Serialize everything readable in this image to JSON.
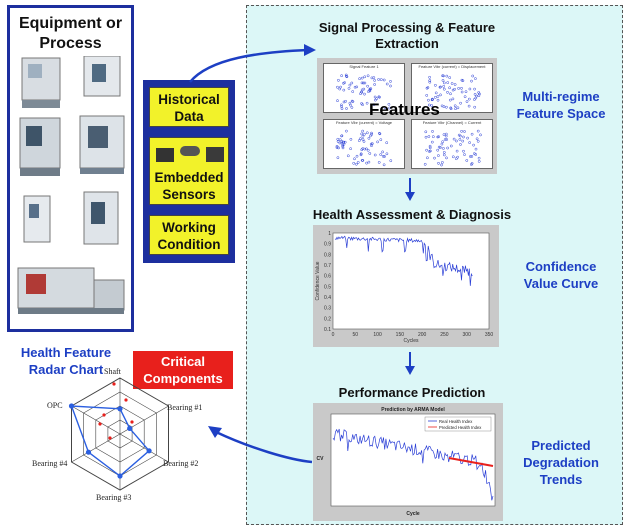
{
  "equipment": {
    "title": "Equipment or Process"
  },
  "data_sources": {
    "items": [
      "Historical Data",
      "Embedded Sensors",
      "Working Condition"
    ]
  },
  "flow": {
    "steps": [
      {
        "title": "Signal Processing & Feature Extraction"
      },
      {
        "title": "Health Assessment & Diagnosis"
      },
      {
        "title": "Performance Prediction"
      }
    ],
    "side_labels": [
      "Multi-regime Feature Space",
      "Confidence Value Curve",
      "Predicted Degradation Trends"
    ]
  },
  "features_overlay": "Features",
  "feature_plots": [
    {
      "title": "Signal Feature 1"
    },
    {
      "title": "Feature Vibr (current) = Displacement"
    },
    {
      "title": "Feature Vibr (current) = Voltage"
    },
    {
      "title": "Feature Vibr (Channel) = Current"
    }
  ],
  "confidence_chart": {
    "ylabel": "Confidence Value",
    "xlabel": "Cycles",
    "x_ticks": [
      "0",
      "50",
      "100",
      "150",
      "200",
      "250",
      "300",
      "350"
    ],
    "y_ticks": [
      "1",
      "0.9",
      "0.8",
      "0.7",
      "0.6",
      "0.5",
      "0.4",
      "0.3",
      "0.2",
      "0.1"
    ]
  },
  "prediction_chart": {
    "title": "Prediction by ARMA Model",
    "legend": [
      "Real Health Index",
      "Predicted Health Index"
    ],
    "xlabel": "Cycle",
    "ylabel": "CV",
    "real_color": "#2b3fd6",
    "predicted_color": "#e8201c"
  },
  "radar": {
    "title": "Health Feature Radar Chart",
    "labels": [
      "Shaft",
      "Bearing #1",
      "Bearing #2",
      "Bearing #3",
      "Bearing #4",
      "OPC"
    ],
    "values": [
      0.45,
      0.2,
      0.6,
      0.75,
      0.65,
      1.0
    ]
  },
  "critical_label": "Critical Components",
  "colors": {
    "accent_blue": "#1d2f9e",
    "label_blue": "#1d3fc4",
    "highlight_yellow": "#f2f22a",
    "alert_red": "#e8201c",
    "panel_bg": "#dcf7f7"
  }
}
